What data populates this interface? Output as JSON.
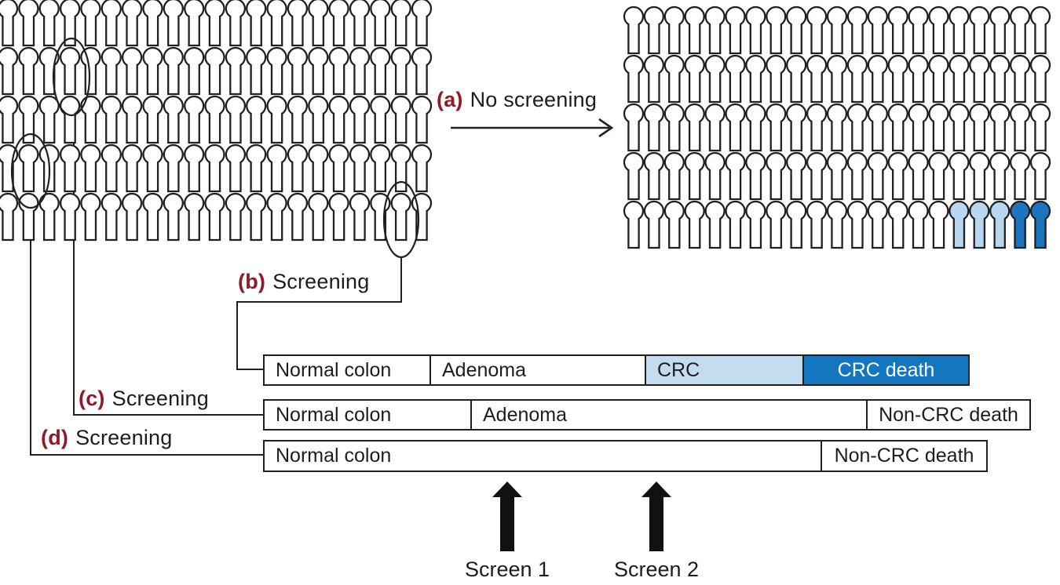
{
  "population": {
    "left_grid": {
      "rows": 5,
      "cols": 21,
      "description": "unscreened population pictograms"
    },
    "right_grid": {
      "rows": 5,
      "cols": 21,
      "last_row_light_blue": 3,
      "last_row_dark_blue": 2,
      "description": "population after no screening: CRC cases light blue, CRC deaths dark blue"
    }
  },
  "annotations": {
    "a": {
      "prefix": "(a)",
      "label": "No screening"
    },
    "b": {
      "prefix": "(b)",
      "label": "Screening"
    },
    "c": {
      "prefix": "(c)",
      "label": "Screening"
    },
    "d": {
      "prefix": "(d)",
      "label": "Screening"
    }
  },
  "timelines": [
    {
      "id": "b",
      "segments": [
        {
          "label": "Normal colon",
          "style": "plain"
        },
        {
          "label": "Adenoma",
          "style": "plain"
        },
        {
          "label": "CRC",
          "style": "light-blue"
        },
        {
          "label": "CRC death",
          "style": "dark-blue"
        }
      ]
    },
    {
      "id": "c",
      "segments": [
        {
          "label": "Normal colon",
          "style": "plain"
        },
        {
          "label": "Adenoma",
          "style": "plain"
        },
        {
          "label": "Non-CRC death",
          "style": "plain"
        }
      ]
    },
    {
      "id": "d",
      "segments": [
        {
          "label": "Normal colon",
          "style": "plain"
        },
        {
          "label": "Non-CRC death",
          "style": "plain"
        }
      ]
    }
  ],
  "screen_markers": [
    {
      "label": "Screen 1"
    },
    {
      "label": "Screen 2"
    }
  ],
  "colors": {
    "maroon": "#8b1c29",
    "outline": "#231f20",
    "bar_light_blue": "#c3dcf0",
    "bar_dark_blue": "#1576c0",
    "person_light_blue": "#b9d8ef",
    "person_dark_blue": "#1b76bf"
  }
}
